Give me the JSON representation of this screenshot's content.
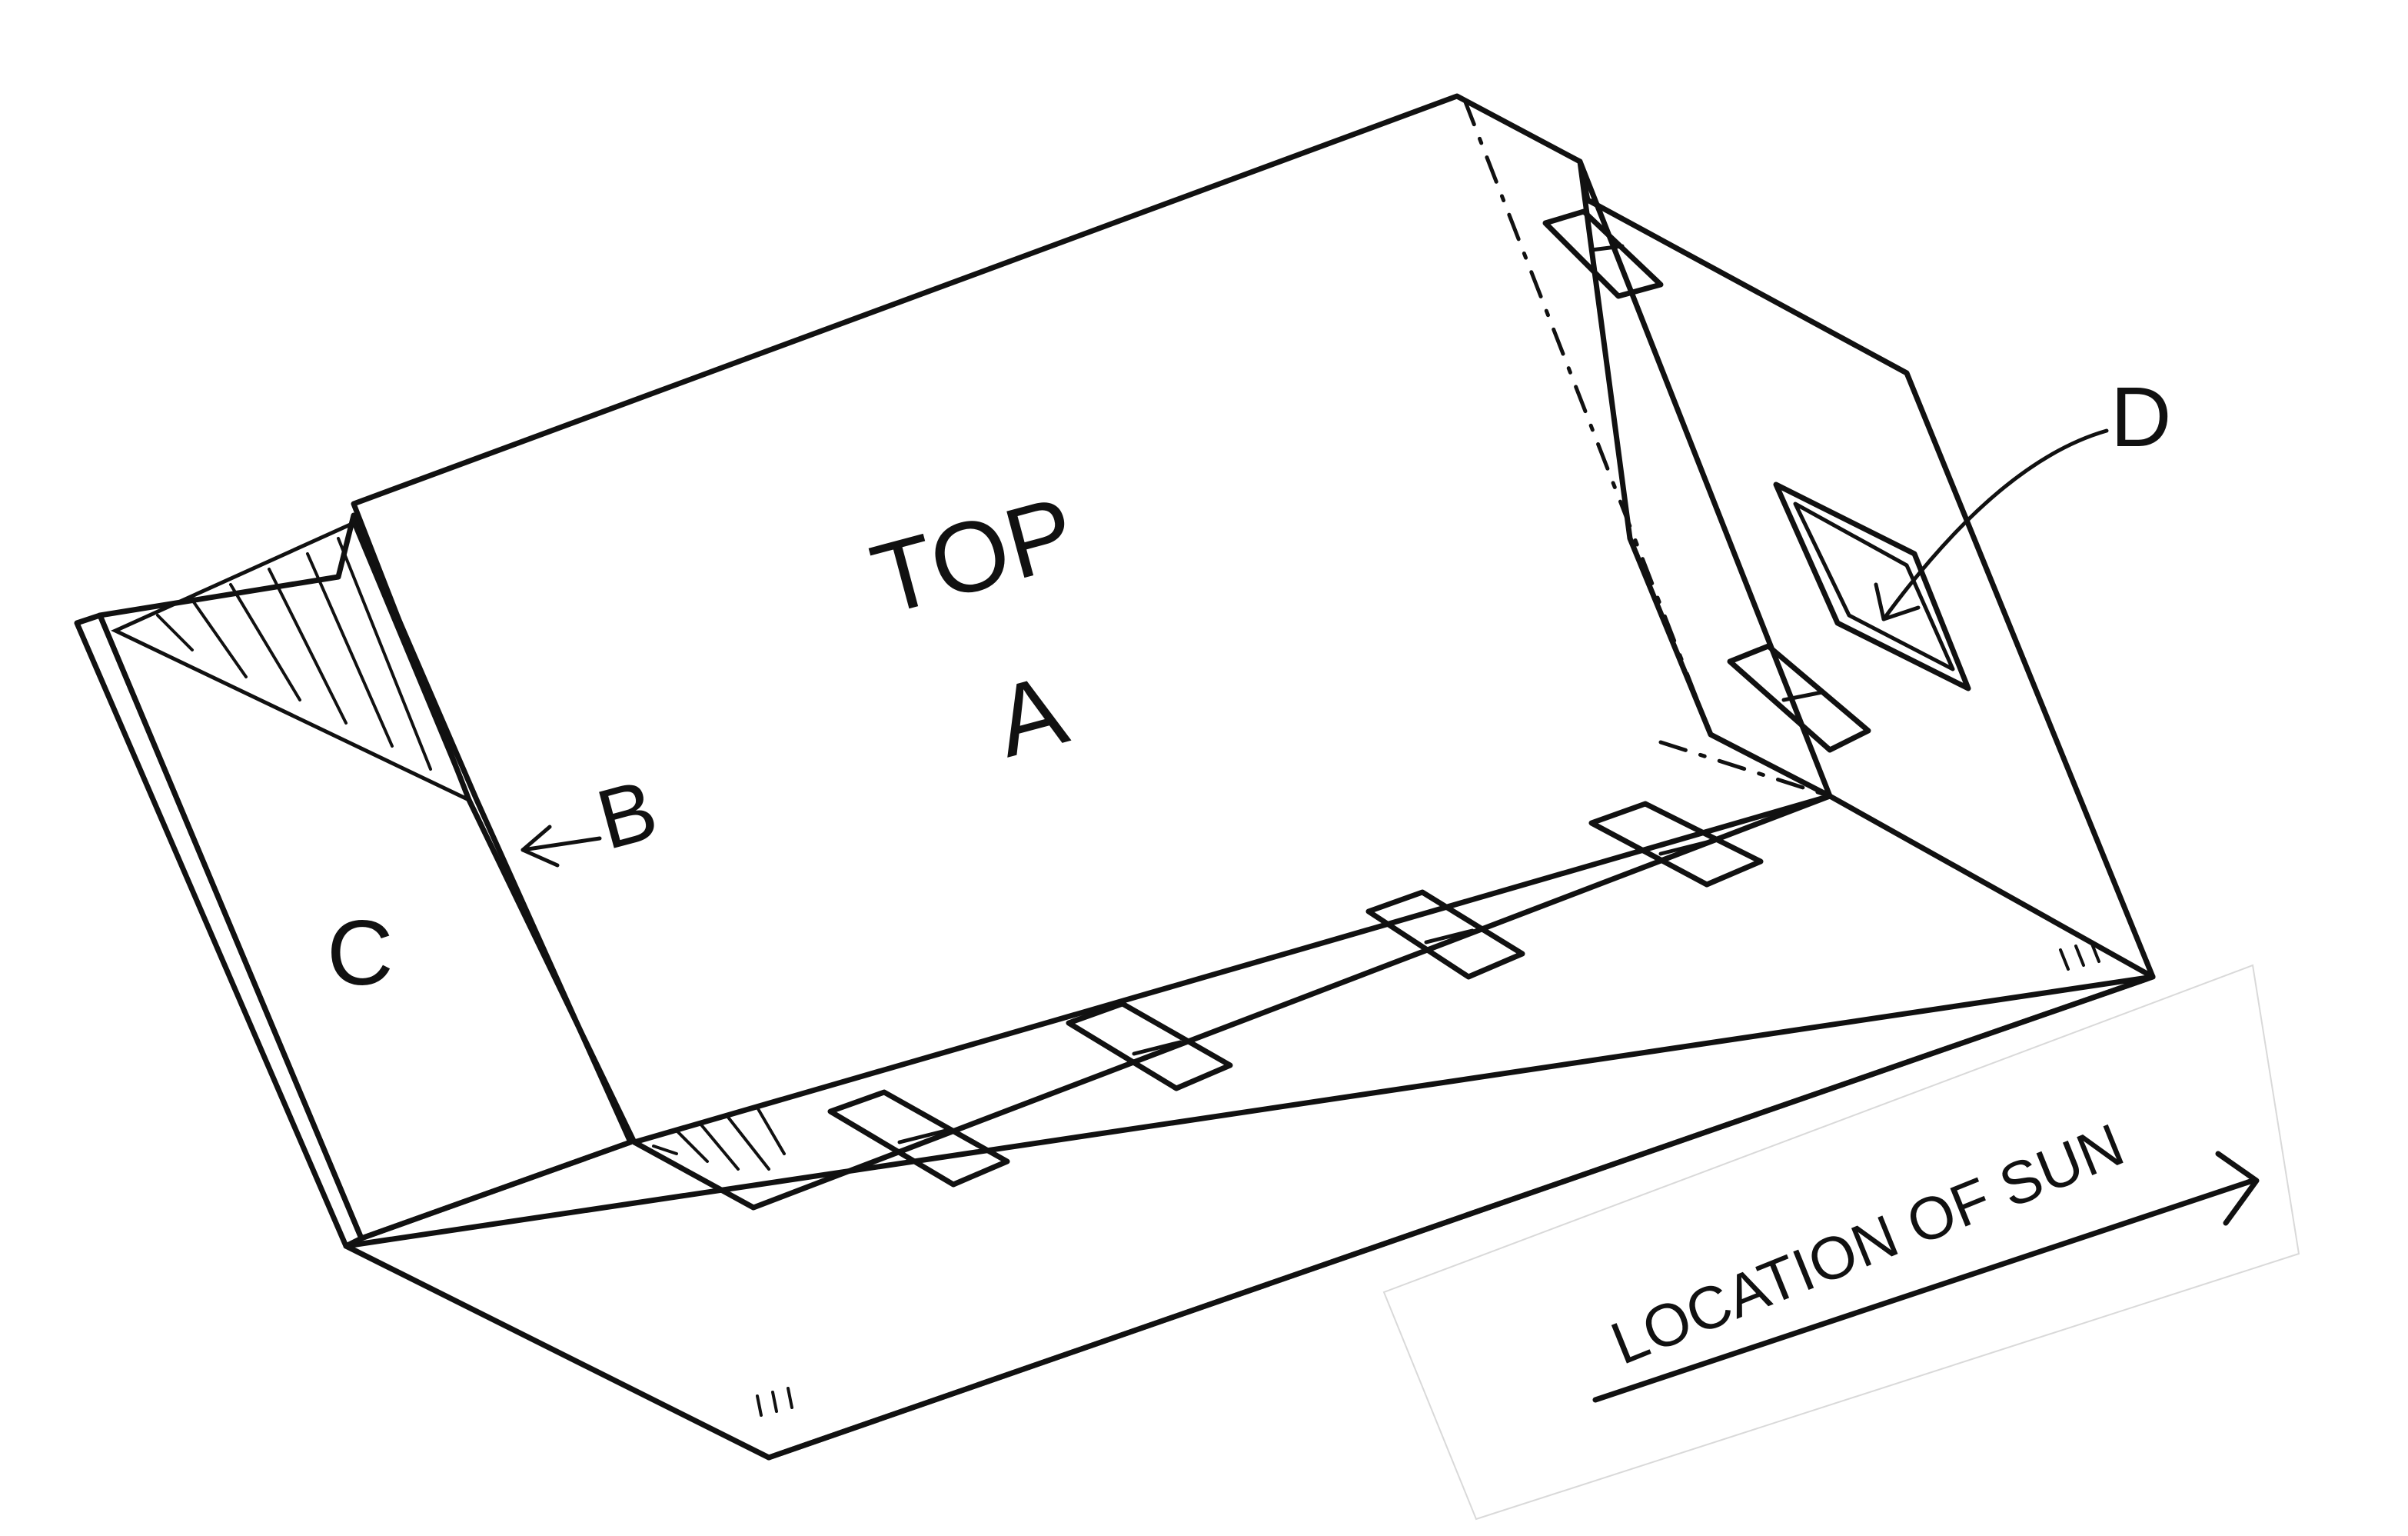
{
  "labels": {
    "top": "TOP",
    "a": "A",
    "b": "B",
    "c": "C",
    "d": "D",
    "sun": "LOCATION OF SUN"
  },
  "colors": {
    "ink": "#111111",
    "paper": "#ffffff"
  }
}
